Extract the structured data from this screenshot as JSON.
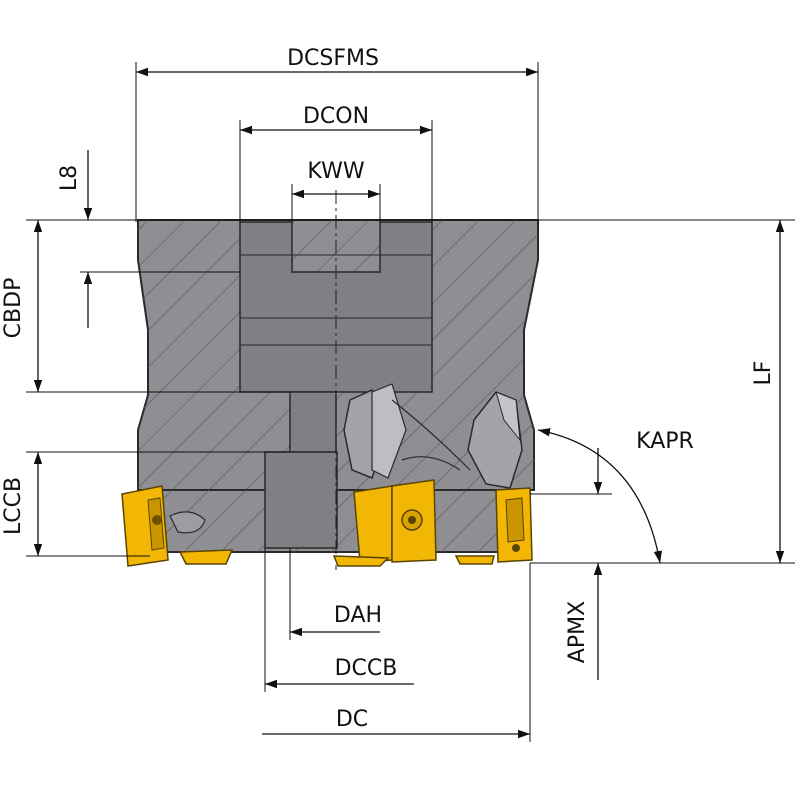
{
  "diagram": {
    "labels": {
      "dcsfms": "DCSFMS",
      "dcon": "DCON",
      "kww": "KWW",
      "l8": "L8",
      "cbdp": "CBDP",
      "lf": "LF",
      "kapr": "KAPR",
      "lccb": "LCCB",
      "apmx": "APMX",
      "dah": "DAH",
      "dccb": "DCCB",
      "dc": "DC"
    },
    "colors": {
      "body": "#8e8e93",
      "insert": "#f2b705",
      "line": "#111111"
    }
  }
}
